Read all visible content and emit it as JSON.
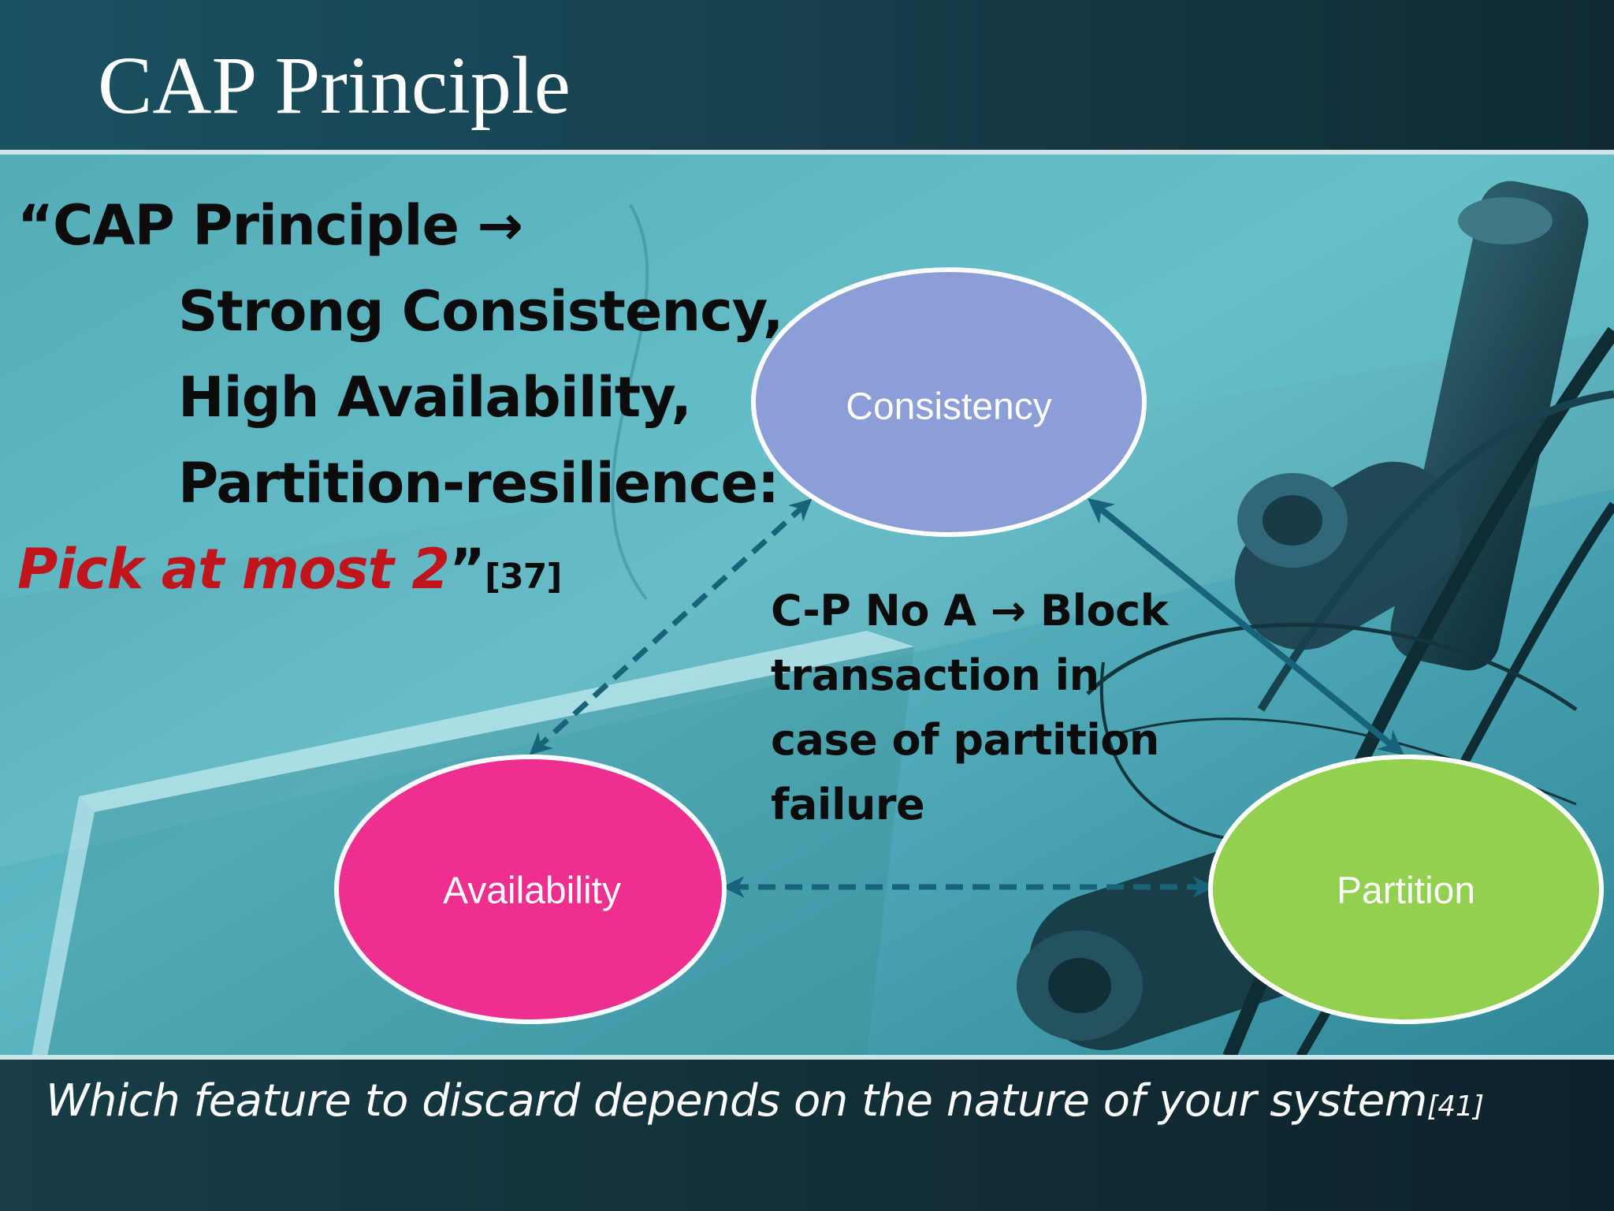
{
  "slide": {
    "title": "CAP Principle",
    "quote": {
      "line1": "“CAP Principle →",
      "line2": "Strong Consistency,",
      "line3": "High Availability,",
      "line4": "Partition-resilience:",
      "pick": "Pick at most 2",
      "closing_quote": "”",
      "ref": "[37]"
    },
    "nodes": {
      "consistency": "Consistency",
      "availability": "Availability",
      "partition": "Partition"
    },
    "note": {
      "line1": "C-P No A → Block",
      "line2": "transaction in",
      "line3": "case of partition",
      "line4": "failure"
    },
    "footer": {
      "text": "Which feature to discard depends on the nature of your system",
      "ref": "[41]"
    }
  },
  "colors": {
    "consistency": "#8b9fd6",
    "availability": "#ef2f8e",
    "partition": "#92d050",
    "arrow": "#17647a",
    "emphasis": "#c0151c"
  }
}
